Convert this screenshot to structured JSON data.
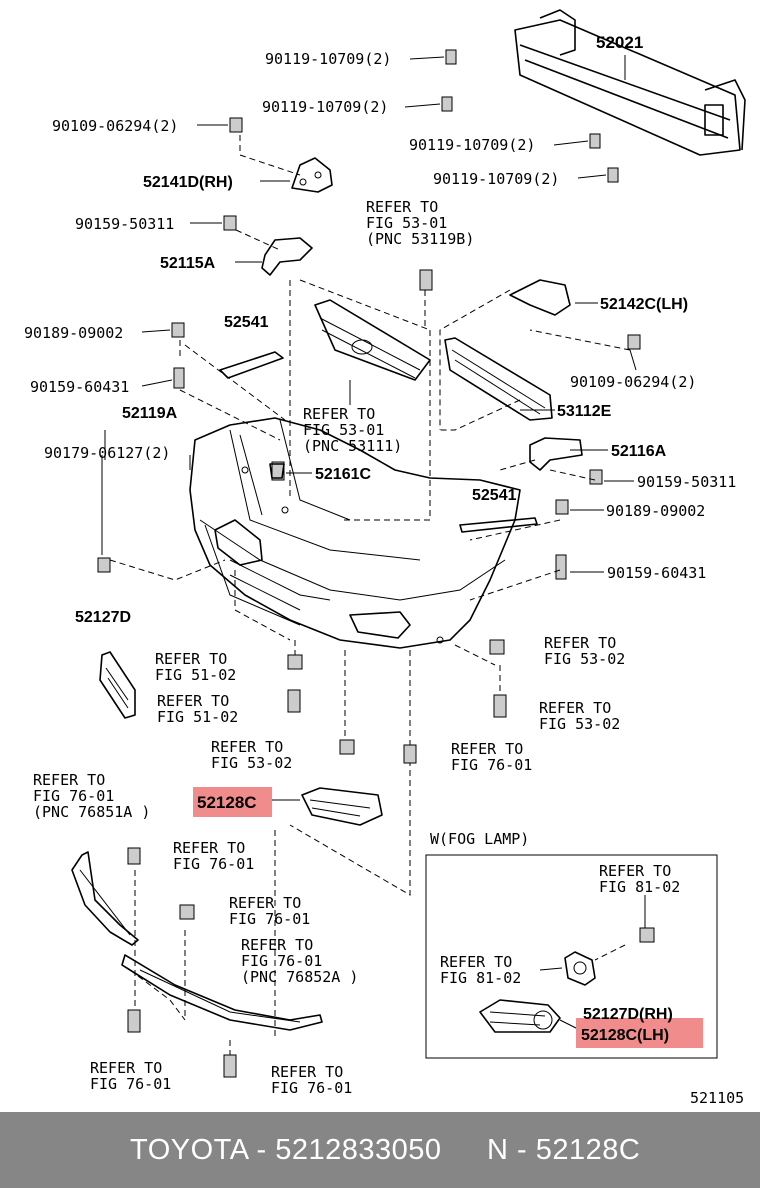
{
  "labels": {
    "p52021": "52021",
    "c1": "90119-10709(2)",
    "c2": "90119-10709(2)",
    "c3": "90109-06294(2)",
    "c4": "90119-10709(2)",
    "c5": "90119-10709(2)",
    "p52141D": "52141D(RH)",
    "c6": "90159-50311",
    "p52115A": "52115A",
    "ref1a": "REFER TO",
    "ref1b": "FIG  53-01",
    "ref1c": "(PNC 53119B)",
    "p52142C": "52142C(LH)",
    "c7": "90189-09002",
    "p52541a": "52541",
    "c8": "90109-06294(2)",
    "c9": "90159-60431",
    "p53112E": "53112E",
    "p52119A": "52119A",
    "ref2a": "REFER TO",
    "ref2b": "FIG  53-01",
    "ref2c": "(PNC 53111)",
    "c10": "90179-06127(2)",
    "p52116A": "52116A",
    "p52161C": "52161C",
    "c11": "90159-50311",
    "p52541b": "52541",
    "c12": "90189-09002",
    "c13": "90159-60431",
    "p52127D": "52127D",
    "ref3a": "REFER TO",
    "ref3b": "FIG  53-02",
    "ref4a": "REFER TO",
    "ref4b": "FIG  51-02",
    "ref5a": "REFER TO",
    "ref5b": "FIG  51-02",
    "ref6a": "REFER TO",
    "ref6b": "FIG  53-02",
    "ref7a": "REFER TO",
    "ref7b": "FIG  53-02",
    "ref8a": "REFER TO",
    "ref8b": "FIG  76-01",
    "ref9a": "REFER TO",
    "ref9b": "FIG  76-01",
    "ref9c": "(PNC 76851A )",
    "p52128C": "52128C",
    "fog_title": "W(FOG LAMP)",
    "ref10a": "REFER TO",
    "ref10b": "FIG  76-01",
    "ref11a": "REFER TO",
    "ref11b": "FIG  81-02",
    "ref12a": "REFER TO",
    "ref12b": "FIG  76-01",
    "ref13a": "REFER TO",
    "ref13b": "FIG  76-01",
    "ref13c": "(PNC 76852A )",
    "ref14a": "REFER TO",
    "ref14b": "FIG  81-02",
    "fog_52127D": "52127D(RH)",
    "fog_52128C": "52128C(LH)",
    "ref15a": "REFER TO",
    "ref15b": "FIG  76-01",
    "ref16a": "REFER TO",
    "ref16b": "FIG  76-01",
    "diagram_code": "521105"
  },
  "footer": {
    "left": "TOYOTA - 5212833050",
    "right": "N - 52128C"
  },
  "colors": {
    "highlight": "#f08c8c",
    "footer_bg": "#868686"
  }
}
